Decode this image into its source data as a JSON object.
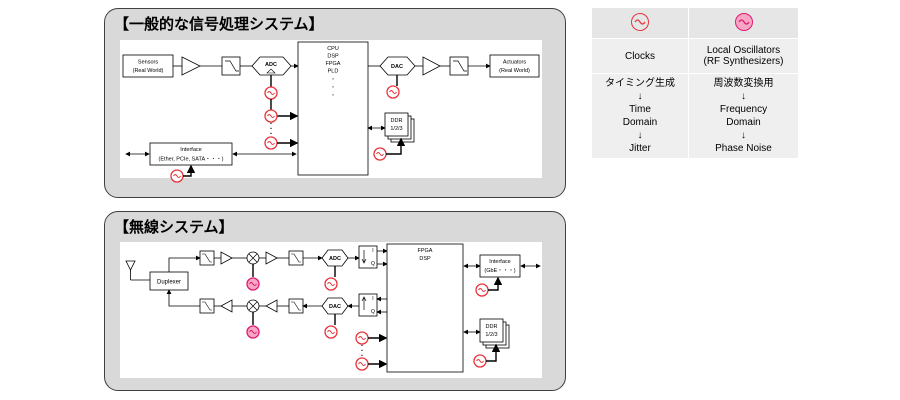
{
  "panel1": {
    "title": "【一般的な信号処理システム】",
    "sensors": [
      "Sensors",
      "(Real World)"
    ],
    "actuators": [
      "Actuators",
      "(Real World)"
    ],
    "adc": "ADC",
    "dac": "DAC",
    "cpu_lines": [
      "CPU",
      "DSP",
      "FPGA",
      "PLD",
      "・",
      "・",
      "・"
    ],
    "ddr": [
      "DDR",
      "1/2/3"
    ],
    "interface": [
      "Interface",
      "(Ether, PCIe, SATA・・・)"
    ]
  },
  "panel2": {
    "title": "【無線システム】",
    "duplexer": "Duplexer",
    "adc": "ADC",
    "dac": "DAC",
    "fpga": [
      "FPGA",
      "DSP"
    ],
    "i": "I",
    "q": "Q",
    "interface": [
      "Interface",
      "(GbE・・・)"
    ],
    "ddr": [
      "DDR",
      "1/2/3"
    ]
  },
  "legend": {
    "clocks": "Clocks",
    "lo": [
      "Local Oscillators",
      "(RF Synthesizers)"
    ],
    "clocks_label": "タイミング生成",
    "lo_label": "周波数変換用",
    "clocks_domain": [
      "Time",
      "Domain"
    ],
    "lo_domain": [
      "Frequency",
      "Domain"
    ],
    "clocks_metric": "Jitter",
    "lo_metric": "Phase Noise",
    "arrow": "↓"
  },
  "colors": {
    "clock": "#e8333a",
    "lo_fill": "#f7a6c6",
    "lo_stroke": "#e01a6f"
  }
}
